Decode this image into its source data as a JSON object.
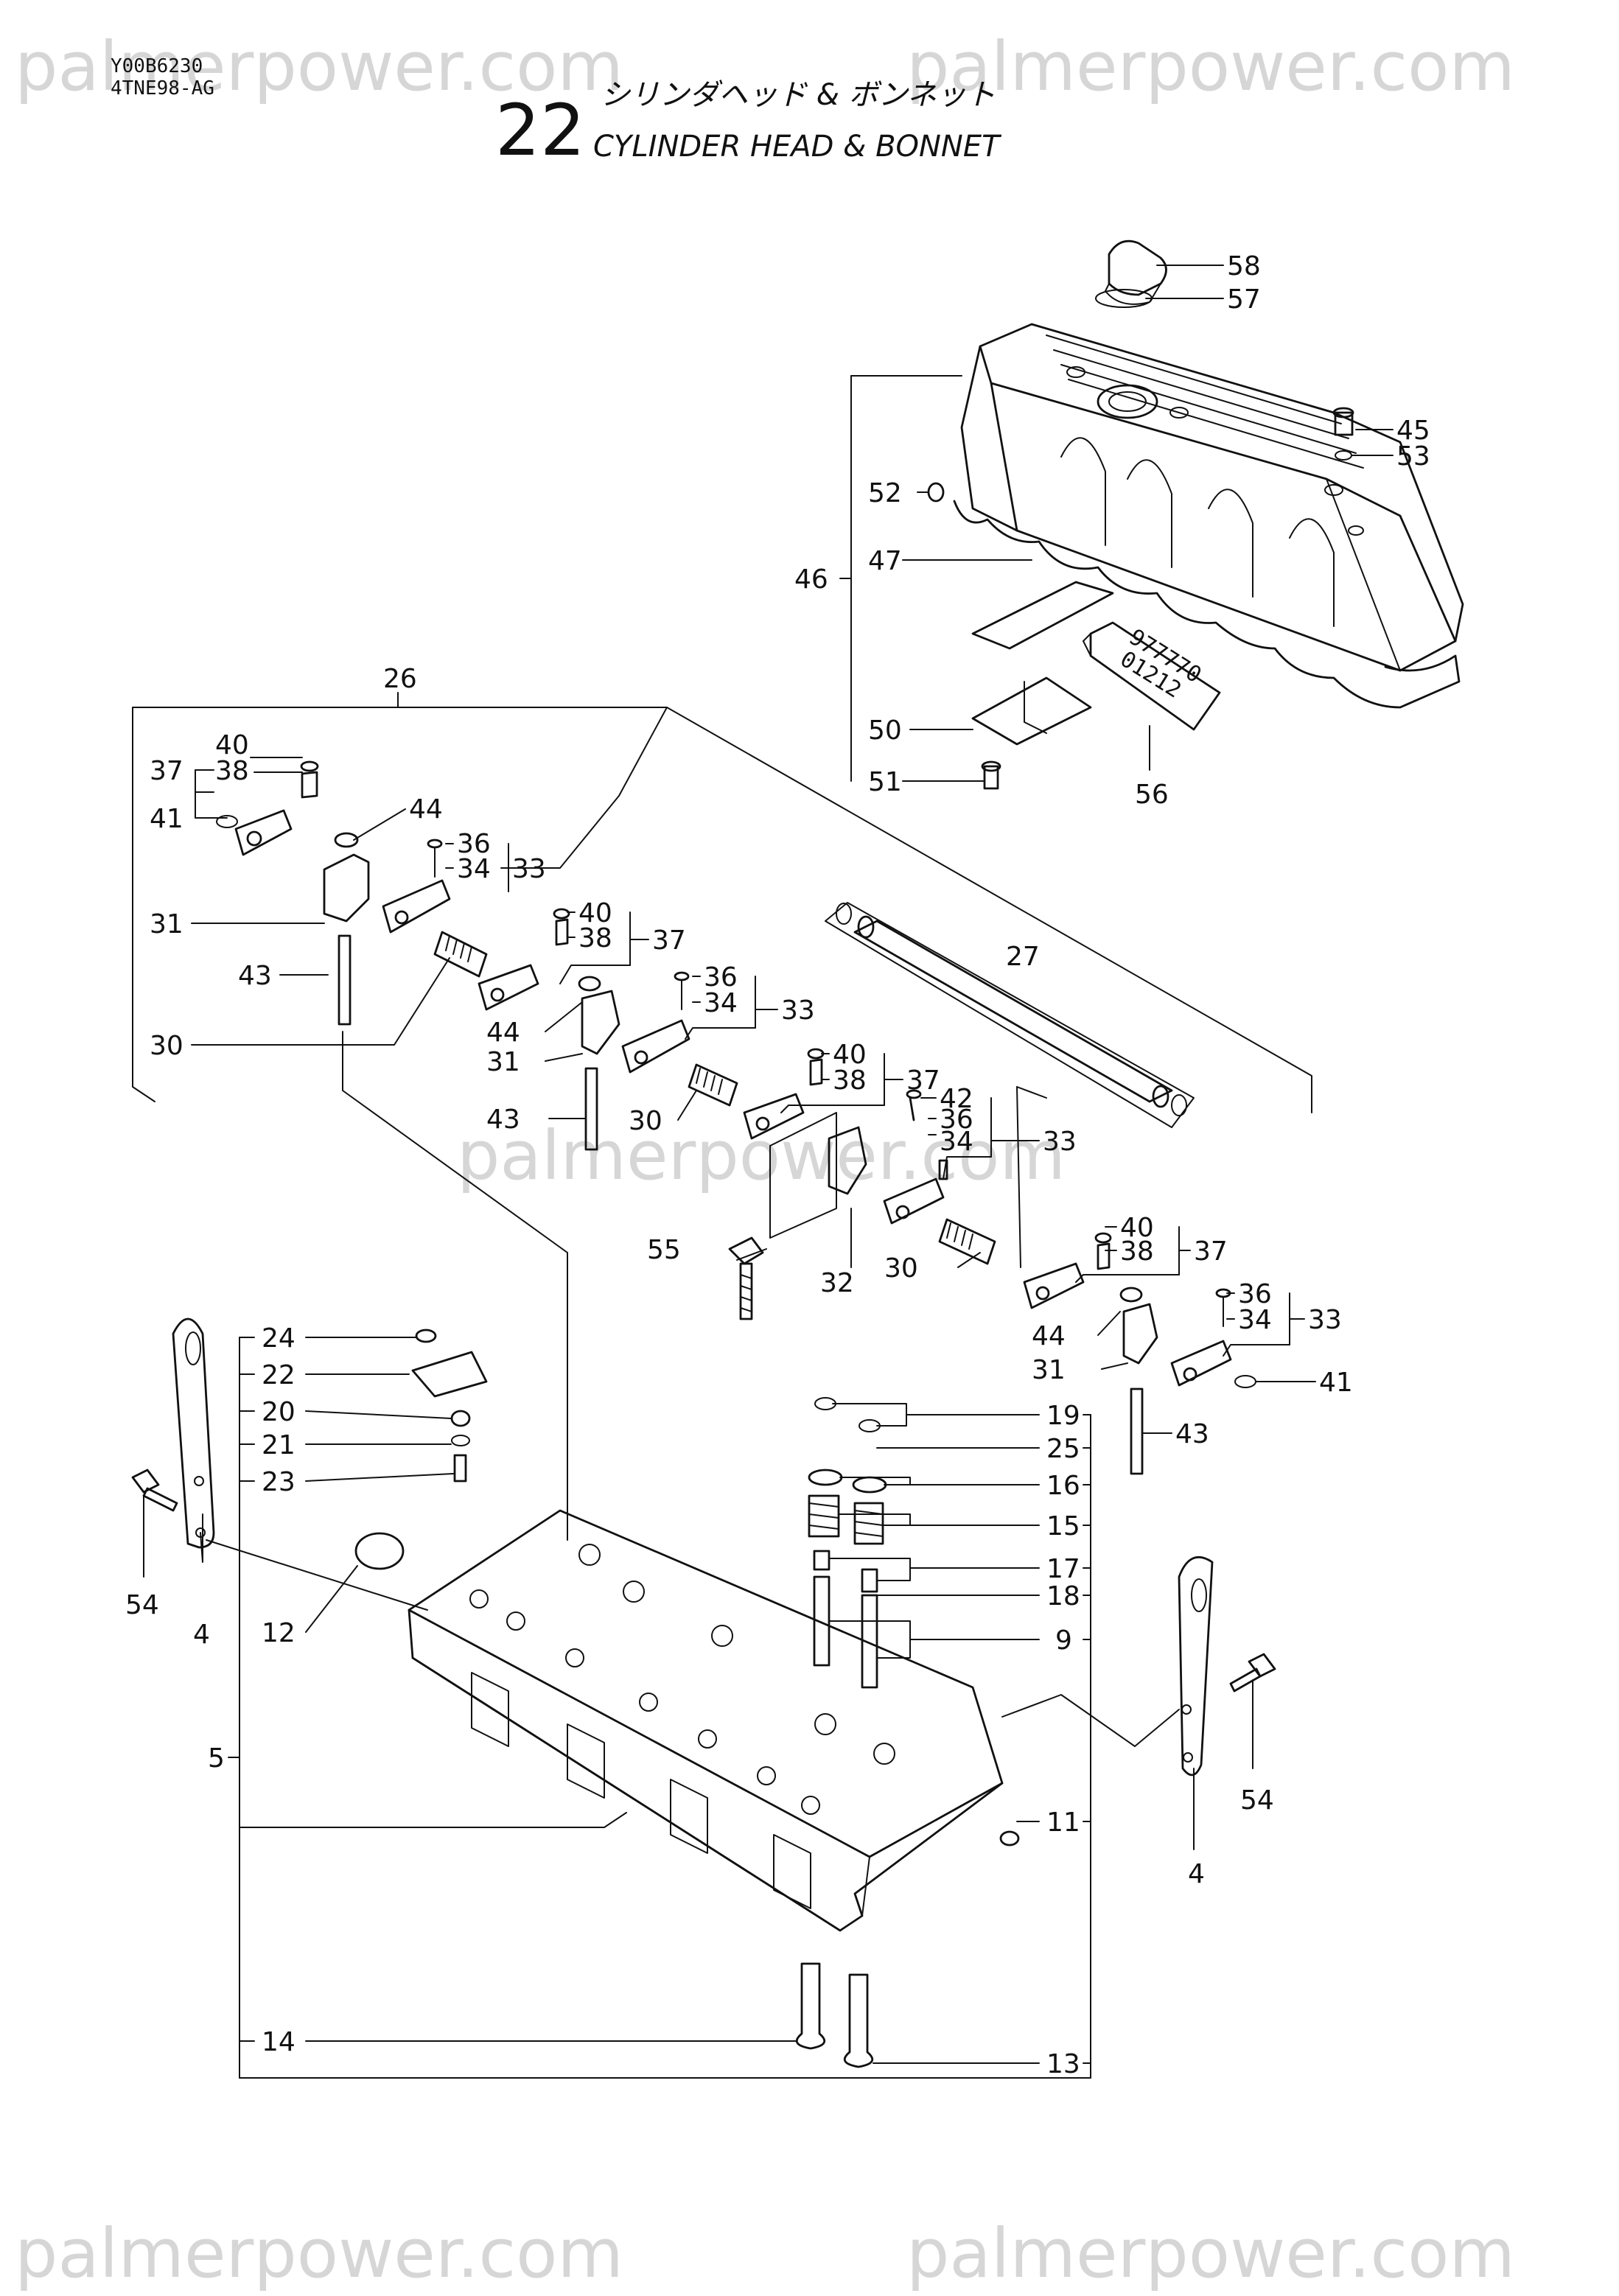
{
  "header": {
    "code": "Y00B6230",
    "model": "4TNE98-AG",
    "figure_number": "22",
    "title_japanese": "シリンダヘッド & ボンネット",
    "title_english": "CYLINDER HEAD & BONNET"
  },
  "watermark": {
    "text": "palmerpower.com"
  },
  "tube_label": {
    "line1": "977770",
    "line2": "01212"
  },
  "callouts": {
    "c4a": "4",
    "c4b": "4",
    "c5": "5",
    "c9": "9",
    "c11": "11",
    "c12": "12",
    "c13": "13",
    "c14": "14",
    "c15": "15",
    "c16": "16",
    "c17": "17",
    "c18": "18",
    "c19": "19",
    "c20": "20",
    "c21": "21",
    "c22": "22",
    "c23": "23",
    "c24": "24",
    "c25": "25",
    "c26": "26",
    "c27": "27",
    "c30a": "30",
    "c30b": "30",
    "c30c": "30",
    "c30d": "30",
    "c31a": "31",
    "c31b": "31",
    "c31c": "31",
    "c32": "32",
    "c33a": "33",
    "c33b": "33",
    "c33c": "33",
    "c33d": "33",
    "c34a": "34",
    "c34b": "34",
    "c34c": "34",
    "c34d": "34",
    "c36a": "36",
    "c36b": "36",
    "c36c": "36",
    "c36d": "36",
    "c37a": "37",
    "c37b": "37",
    "c37c": "37",
    "c37d": "37",
    "c38a": "38",
    "c38b": "38",
    "c38c": "38",
    "c38d": "38",
    "c40a": "40",
    "c40b": "40",
    "c40c": "40",
    "c40d": "40",
    "c41a": "41",
    "c41b": "41",
    "c42": "42",
    "c43a": "43",
    "c43b": "43",
    "c43c": "43",
    "c44a": "44",
    "c44b": "44",
    "c44c": "44",
    "c45": "45",
    "c46": "46",
    "c47": "47",
    "c50": "50",
    "c51": "51",
    "c52": "52",
    "c53": "53",
    "c54a": "54",
    "c54b": "54",
    "c55": "55",
    "c56": "56",
    "c57": "57",
    "c58": "58"
  }
}
